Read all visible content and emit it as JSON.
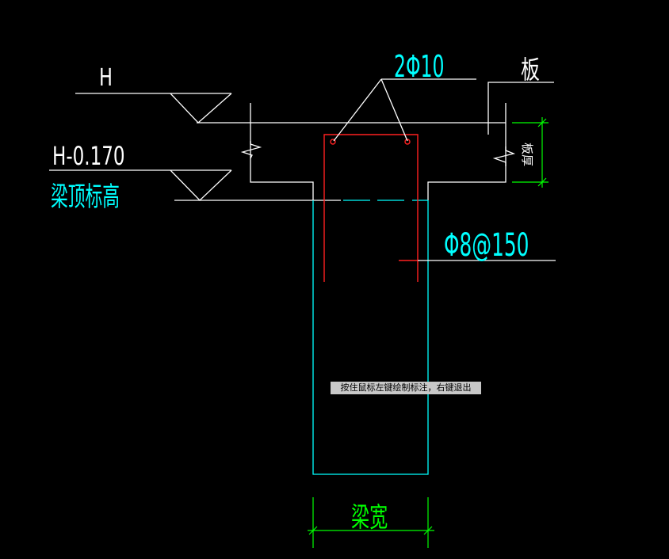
{
  "labels": {
    "elevation_h": "H",
    "elevation_beam": "H-0.170",
    "beam_top_elevation": "梁顶标高",
    "top_rebar": "2Φ10",
    "slab": "板",
    "slab_thickness": "板厚",
    "stirrup": "Φ8@150",
    "beam_width": "梁宽"
  },
  "tooltip": "按住鼠标左键绘制标注，右键退出",
  "colors": {
    "background": "#000000",
    "lines": "#ffffff",
    "beam_outline": "#00ffff",
    "rebar": "#ff2020",
    "dimension": "#00ff00",
    "cyan_text": "#00ffff",
    "tooltip_bg": "#c8c8c8"
  }
}
